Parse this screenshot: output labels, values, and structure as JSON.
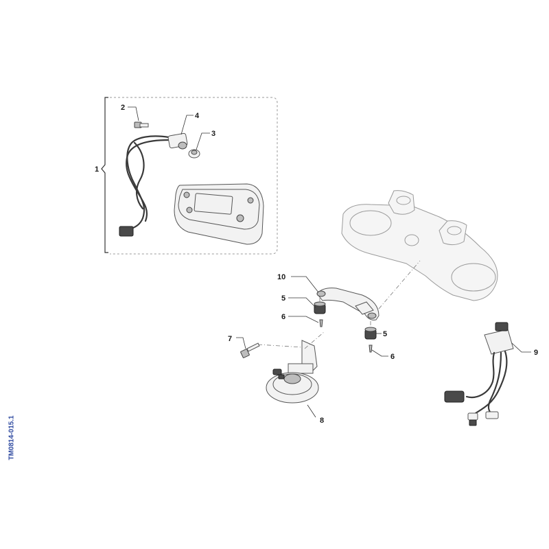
{
  "drawing_code": "TM0814-015.1",
  "callouts": {
    "c1": "1",
    "c2": "2",
    "c3": "3",
    "c4": "4",
    "c5a": "5",
    "c5b": "5",
    "c6a": "6",
    "c6b": "6",
    "c7": "7",
    "c8": "8",
    "c9": "9",
    "c10": "10"
  },
  "colors": {
    "drawing_code": "#2f4aa0",
    "line": "#333333",
    "part_fill": "#f2f2f2"
  }
}
